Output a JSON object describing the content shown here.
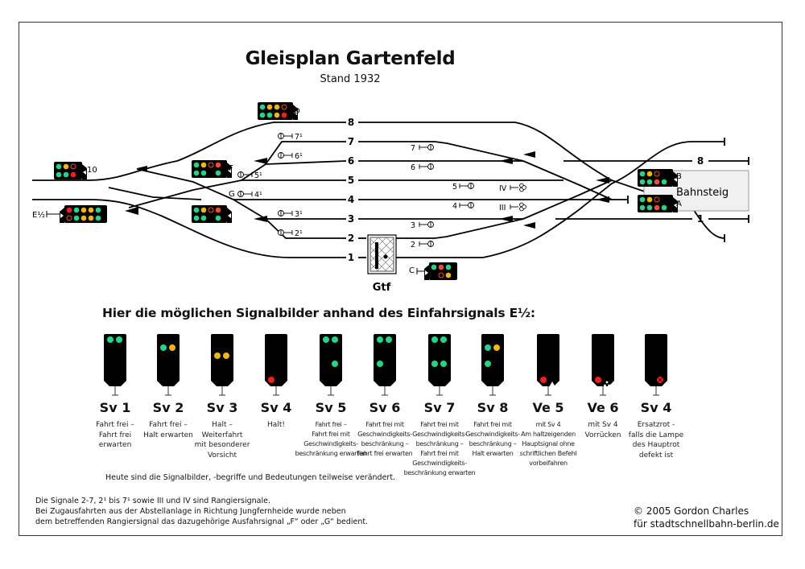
{
  "title": "Gleisplan Gartenfeld",
  "subtitle": "Stand 1932",
  "tracks": [
    {
      "label": "8"
    },
    {
      "label": "7"
    },
    {
      "label": "6"
    },
    {
      "label": "5"
    },
    {
      "label": "4"
    },
    {
      "label": "3"
    },
    {
      "label": "2"
    },
    {
      "label": "1"
    }
  ],
  "right_tracks": {
    "upper": "8",
    "lower": "1"
  },
  "platform_label": "Bahnsteig",
  "depot_label": "Gtf",
  "main_signals": {
    "d": "D",
    "ten": "10",
    "e": "E½",
    "f": "F",
    "g": "G",
    "c": "C",
    "a": "A",
    "b": "B"
  },
  "shunt_signals_left": [
    "7¹",
    "6¹",
    "5¹",
    "4¹",
    "3¹",
    "2¹"
  ],
  "shunt_signals_right": [
    "7",
    "6",
    "5",
    "4",
    "3",
    "2"
  ],
  "shunt_signals_roman": [
    "IV",
    "III"
  ],
  "colors": {
    "green": "#19d98a",
    "yellow": "#f5b800",
    "red": "#ff1a1a",
    "orange": "#ff4a1a",
    "panel": "#000000",
    "platform": "#f0f0f0"
  },
  "heading": "Hier die möglichen Signalbilder anhand des Einfahrsignals E½:",
  "aspects": [
    {
      "name": "Sv 1",
      "desc": [
        "Fahrt frei –",
        "Fahrt frei",
        "erwarten"
      ],
      "lamps": "sv1"
    },
    {
      "name": "Sv 2",
      "desc": [
        "Fahrt frei –",
        "Halt erwarten"
      ],
      "lamps": "sv2"
    },
    {
      "name": "Sv 3",
      "desc": [
        "Halt –",
        "Weiterfahrt",
        "mit besonderer",
        "Vorsicht"
      ],
      "lamps": "sv3"
    },
    {
      "name": "Sv 4",
      "desc": [
        "Halt!"
      ],
      "lamps": "sv4"
    },
    {
      "name": "Sv 5",
      "desc": [
        "Fahrt frei –",
        "Fahrt frei mit",
        "Geschwindigkeits-",
        "beschränkung erwarten"
      ],
      "lamps": "sv5"
    },
    {
      "name": "Sv 6",
      "desc": [
        "Fahrt frei mit",
        "Geschwindigkeits-",
        "beschränkung –",
        "Fahrt frei erwarten"
      ],
      "lamps": "sv6"
    },
    {
      "name": "Sv 7",
      "desc": [
        "Fahrt frei mit",
        "Geschwindigkeits-",
        "beschränkung –",
        "Fahrt frei mit",
        "Geschwindigkeits-",
        "beschränkung erwarten"
      ],
      "lamps": "sv7"
    },
    {
      "name": "Sv 8",
      "desc": [
        "Fahrt frei mit",
        "Geschwindigkeits-",
        "beschränkung –",
        "Halt erwarten"
      ],
      "lamps": "sv8"
    },
    {
      "name": "Ve 5",
      "desc": [
        "mit Sv 4",
        "Am haltzeigenden",
        "Hauptsignal ohne",
        "schriftlichen Befehl",
        "vorbeifahren"
      ],
      "lamps": "ve5"
    },
    {
      "name": "Ve 6",
      "desc": [
        "mit Sv 4",
        "Vorrücken"
      ],
      "lamps": "ve6"
    },
    {
      "name": "Sv 4",
      "desc": [
        "Ersatzrot -",
        "falls die Lampe",
        "des Hauptrot",
        "defekt ist"
      ],
      "lamps": "ers"
    }
  ],
  "note_today": "Heute sind die Signalbilder, -begriffe und Bedeutungen teilweise verändert.",
  "notes": [
    "Die Signale 2-7, 2¹ bis 7¹ sowie III und IV sind Rangiersignale.",
    "Bei Zugausfahrten aus der Abstellanlage in Richtung Jungfernheide wurde neben",
    "dem betreffenden Rangiersignal das dazugehörige Ausfahrsignal „F“ oder „G“ bedient."
  ],
  "credit": [
    "© 2005 Gordon Charles",
    "für stadtschnellbahn-berlin.de"
  ]
}
